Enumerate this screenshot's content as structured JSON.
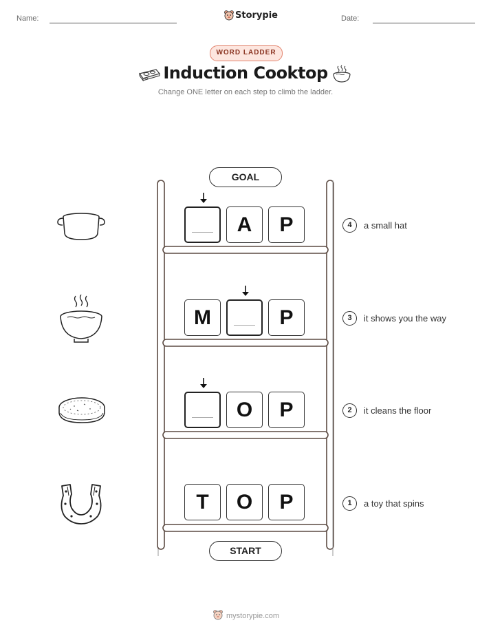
{
  "header": {
    "name_label": "Name:",
    "date_label": "Date:",
    "brand": "Storypie"
  },
  "activity": {
    "badge": "WORD LADDER",
    "title": "Induction Cooktop",
    "instructions": "Change ONE letter on each step to climb the ladder."
  },
  "ladder": {
    "goal_label": "GOAL",
    "start_label": "START",
    "rungs": [
      {
        "number": "4",
        "clue": "a small hat",
        "picture": "pot-icon",
        "letters": [
          "",
          "A",
          "P"
        ]
      },
      {
        "number": "3",
        "clue": "it shows you the way",
        "picture": "soup-bowl-icon",
        "letters": [
          "M",
          "",
          "P"
        ]
      },
      {
        "number": "2",
        "clue": "it cleans the floor",
        "picture": "pancake-icon",
        "letters": [
          "",
          "O",
          "P"
        ]
      },
      {
        "number": "1",
        "clue": "a toy that spins",
        "picture": "horseshoe-icon",
        "letters": [
          "T",
          "O",
          "P"
        ]
      }
    ]
  },
  "footer": {
    "site": "mystorypie.com"
  },
  "colors": {
    "accent_border": "#e2826c",
    "accent_fill": "#fde6df",
    "ladder_rail": "#5b4a42"
  }
}
